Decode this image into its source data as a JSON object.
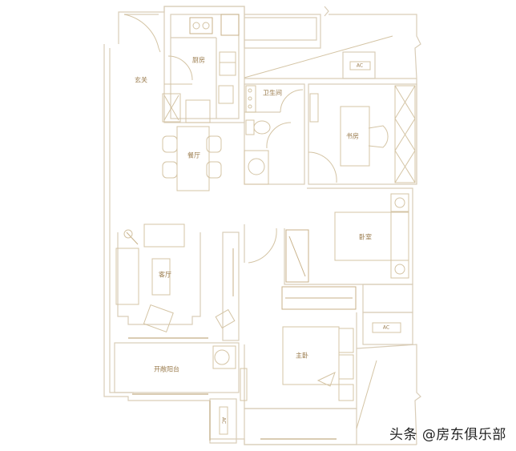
{
  "plan": {
    "rooms": {
      "entrance": "玄关",
      "kitchen": "厨房",
      "bathroom": "卫生间",
      "study": "书房",
      "dining": "餐厅",
      "living": "客厅",
      "second_bedroom": "卧室",
      "master_bedroom": "主卧",
      "open_balcony": "开敞阳台"
    },
    "ac_units": [
      "AC",
      "AC",
      "AC"
    ],
    "line_color": "#d9cdb8",
    "label_color": "#9a7b4c"
  },
  "watermark": "头条 @房东俱乐部"
}
